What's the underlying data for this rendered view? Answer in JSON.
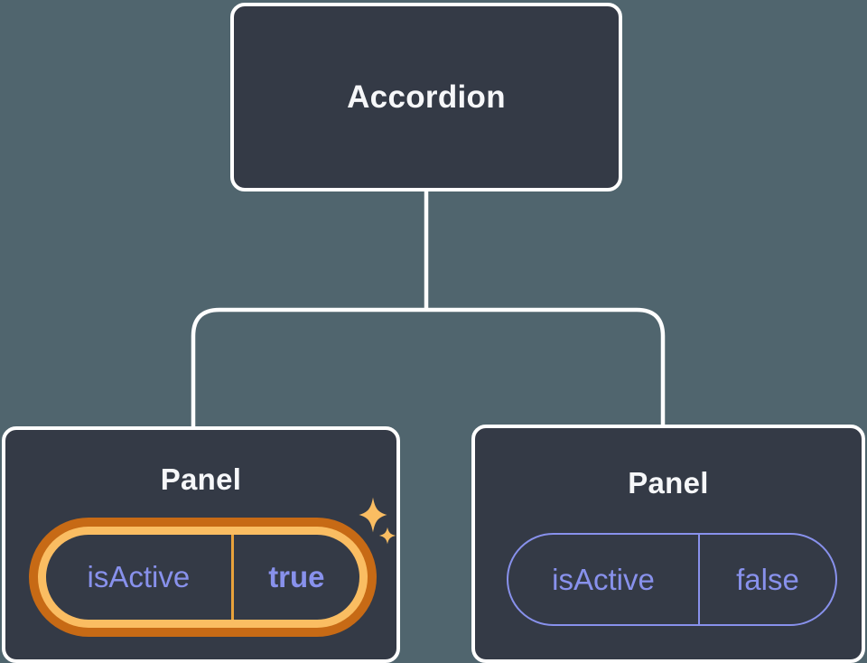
{
  "colors": {
    "page_bg": "#50656E",
    "node_bg": "#343A46",
    "node_border": "#FFFFFF",
    "connector": "#FFFFFF",
    "title_text": "#F6F7F9",
    "purple": "#8891EC",
    "orange_dark": "#C76A15",
    "orange_light": "#FABD62",
    "orange_divider": "#E9A23B"
  },
  "diagram": {
    "type": "component-state-tree",
    "root_node": {
      "label": "Accordion"
    },
    "children": [
      {
        "label": "Panel",
        "prop_name": "isActive",
        "prop_value": "true",
        "state": "highlighted",
        "icon": "sparkles-icon"
      },
      {
        "label": "Panel",
        "prop_name": "isActive",
        "prop_value": "false",
        "state": "normal"
      }
    ]
  }
}
